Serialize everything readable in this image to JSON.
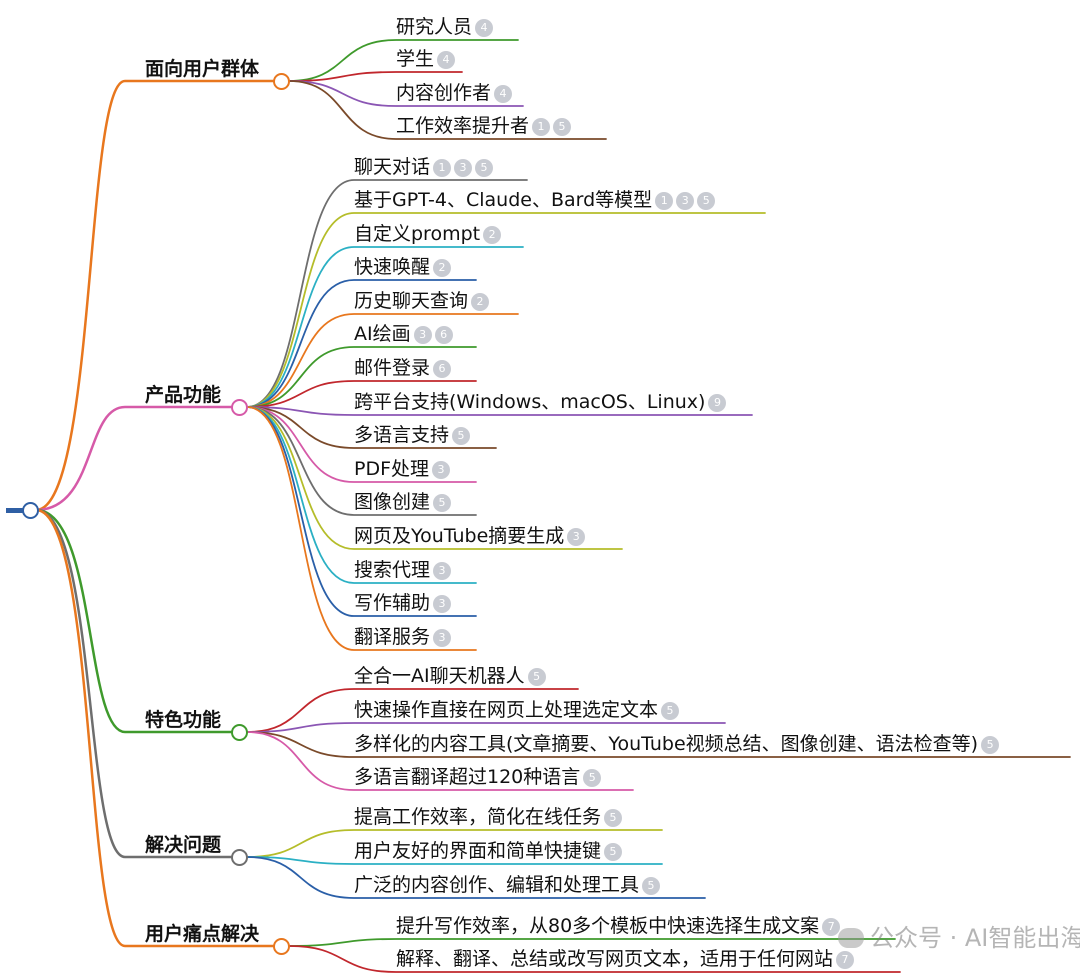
{
  "watermark": "公众号 · AI智能出海",
  "categories": [
    {
      "label": "面向用户群体",
      "color": "#e8771e",
      "items": [
        {
          "text": "研究人员",
          "refs": [
            "4"
          ],
          "color": "#3f9a2c"
        },
        {
          "text": "学生",
          "refs": [
            "4"
          ],
          "color": "#c1272d"
        },
        {
          "text": "内容创作者",
          "refs": [
            "4"
          ],
          "color": "#8b56b4"
        },
        {
          "text": "工作效率提升者",
          "refs": [
            "1",
            "5"
          ],
          "color": "#7a4a2a"
        }
      ]
    },
    {
      "label": "产品功能",
      "color": "#d65aa8",
      "items": [
        {
          "text": "聊天对话",
          "refs": [
            "1",
            "3",
            "5"
          ],
          "color": "#6e6e6e"
        },
        {
          "text": "基于GPT-4、Claude、Bard等模型",
          "refs": [
            "1",
            "3",
            "5"
          ],
          "color": "#b5bd2a"
        },
        {
          "text": "自定义prompt",
          "refs": [
            "2"
          ],
          "color": "#2bb0c4"
        },
        {
          "text": "快速唤醒",
          "refs": [
            "2"
          ],
          "color": "#2a5fa8"
        },
        {
          "text": "历史聊天查询",
          "refs": [
            "2"
          ],
          "color": "#e8771e"
        },
        {
          "text": "AI绘画",
          "refs": [
            "3",
            "6"
          ],
          "color": "#3f9a2c"
        },
        {
          "text": "邮件登录",
          "refs": [
            "6"
          ],
          "color": "#c1272d"
        },
        {
          "text": "跨平台支持(Windows、macOS、Linux)",
          "refs": [
            "9"
          ],
          "color": "#8b56b4"
        },
        {
          "text": "多语言支持",
          "refs": [
            "5"
          ],
          "color": "#7a4a2a"
        },
        {
          "text": "PDF处理",
          "refs": [
            "3"
          ],
          "color": "#d65aa8"
        },
        {
          "text": "图像创建",
          "refs": [
            "5"
          ],
          "color": "#6e6e6e"
        },
        {
          "text": "网页及YouTube摘要生成",
          "refs": [
            "3"
          ],
          "color": "#b5bd2a"
        },
        {
          "text": "搜索代理",
          "refs": [
            "3"
          ],
          "color": "#2bb0c4"
        },
        {
          "text": "写作辅助",
          "refs": [
            "3"
          ],
          "color": "#2a5fa8"
        },
        {
          "text": "翻译服务",
          "refs": [
            "3"
          ],
          "color": "#e8771e"
        }
      ]
    },
    {
      "label": "特色功能",
      "color": "#3f9a2c",
      "items": [
        {
          "text": "全合一AI聊天机器人",
          "refs": [
            "5"
          ],
          "color": "#c1272d"
        },
        {
          "text": "快速操作直接在网页上处理选定文本",
          "refs": [
            "5"
          ],
          "color": "#8b56b4"
        },
        {
          "text": "多样化的内容工具(文章摘要、YouTube视频总结、图像创建、语法检查等)",
          "refs": [
            "5"
          ],
          "color": "#7a4a2a"
        },
        {
          "text": "多语言翻译超过120种语言",
          "refs": [
            "5"
          ],
          "color": "#d65aa8"
        }
      ]
    },
    {
      "label": "解决问题",
      "color": "#6e6e6e",
      "items": [
        {
          "text": "提高工作效率，简化在线任务",
          "refs": [
            "5"
          ],
          "color": "#b5bd2a"
        },
        {
          "text": "用户友好的界面和简单快捷键",
          "refs": [
            "5"
          ],
          "color": "#2bb0c4"
        },
        {
          "text": "广泛的内容创作、编辑和处理工具",
          "refs": [
            "5"
          ],
          "color": "#2a5fa8"
        }
      ]
    },
    {
      "label": "用户痛点解决",
      "color": "#e8771e",
      "items": [
        {
          "text": "提升写作效率，从80多个模板中快速选择生成文案",
          "refs": [
            "7"
          ],
          "color": "#3f9a2c"
        },
        {
          "text": "解释、翻译、总结或改写网页文本，适用于任何网站",
          "refs": [
            "7"
          ],
          "color": "#c1272d"
        }
      ]
    }
  ]
}
